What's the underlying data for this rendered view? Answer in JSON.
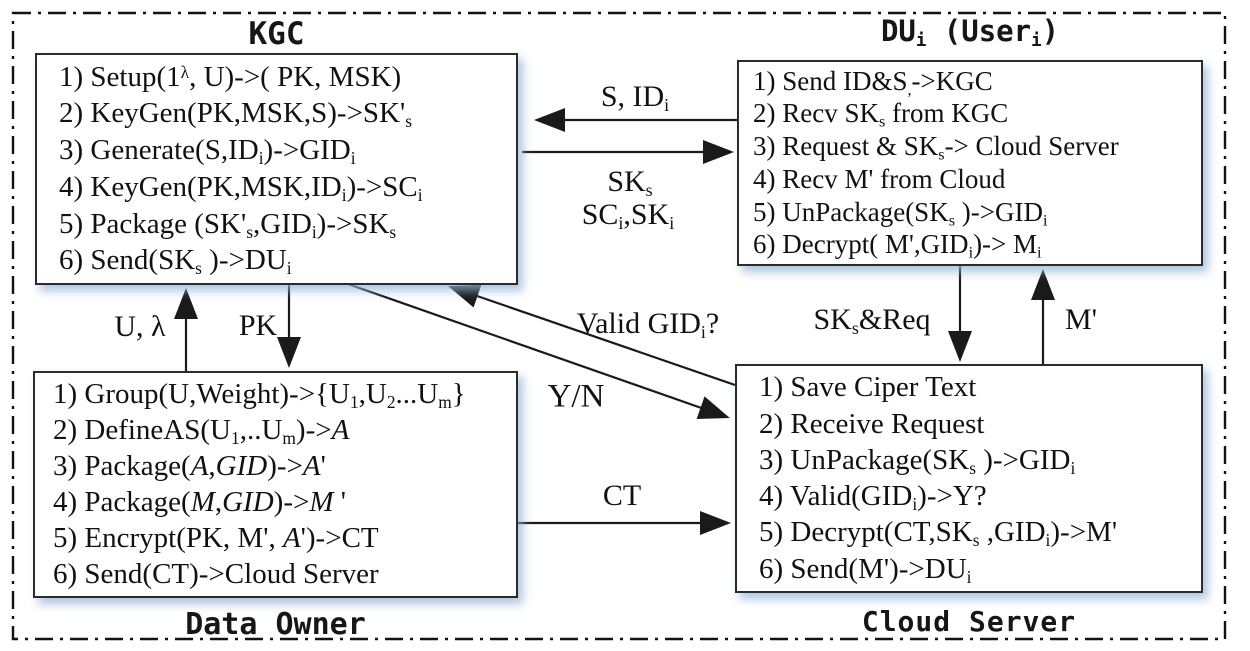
{
  "diagram": {
    "boxes": {
      "kgc": {
        "title": "KGC",
        "lines": [
          "1) Setup(1^{λ}, U)->( PK, MSK)",
          "2) KeyGen(PK,MSK,S)->SK'_{s}",
          "3) Generate(S,ID_{i})->GID_{i}",
          "4) KeyGen(PK,MSK,ID_{i})->SC_{i}",
          "5) Package (SK'_{s},GID_{i})->SK_{s}",
          "6) Send(SK_{s} )->DU_{i}"
        ]
      },
      "du": {
        "title": "DU_{i} (User_{i})",
        "lines": [
          "1)  Send ID&S_{,}->KGC",
          "2)  Recv SK_{s} from KGC",
          "3)  Request & SK_{s}-> Cloud Server",
          "4)  Recv  M' from Cloud",
          "5)  UnPackage(SK_{s} )->GID_{i}",
          "6)  Decrypt( M',GID_{i})-> M_{i}"
        ]
      },
      "data_owner": {
        "label": "Data Owner",
        "lines": [
          "1) Group(U,Weight)->{U_{1},U_{2}...U_{m}}",
          "2) DefineAS(U_{1},..U_{m})->*A*",
          "3) Package(*A*,*GID*)->*A*'",
          "4) Package(*M*,*GID*)->*M* '",
          "5)  Encrypt(PK, M', *A*')->CT",
          "6) Send(CT)->Cloud Server"
        ]
      },
      "cloud": {
        "label": "Cloud Server",
        "lines": [
          "1) Save Ciper Text",
          "2) Receive Request",
          "3) UnPackage(SK_{s} )->GID_{i}",
          "4) Valid(GID_{i})->Y?",
          "5) Decrypt(CT,SK_{s} ,GID_{i})->M'",
          "6) Send(M')->DU_{i}"
        ]
      }
    },
    "arrow_labels": {
      "s_id": "S, ID_{i}",
      "sk_s": "SK_{s}",
      "sc_sk": "SC_{i},SK_{i}",
      "u_lambda": "U, λ",
      "pk": "PK",
      "valid_gid": "Valid GID_{i}?",
      "yn": "Y/N",
      "sk_req": "SK_{s}&Req",
      "m_prime": "M'",
      "ct": "CT"
    },
    "colors": {
      "line": "#1a1a1a",
      "box_shadow": "#94b2d6",
      "background": "#ffffff"
    }
  }
}
